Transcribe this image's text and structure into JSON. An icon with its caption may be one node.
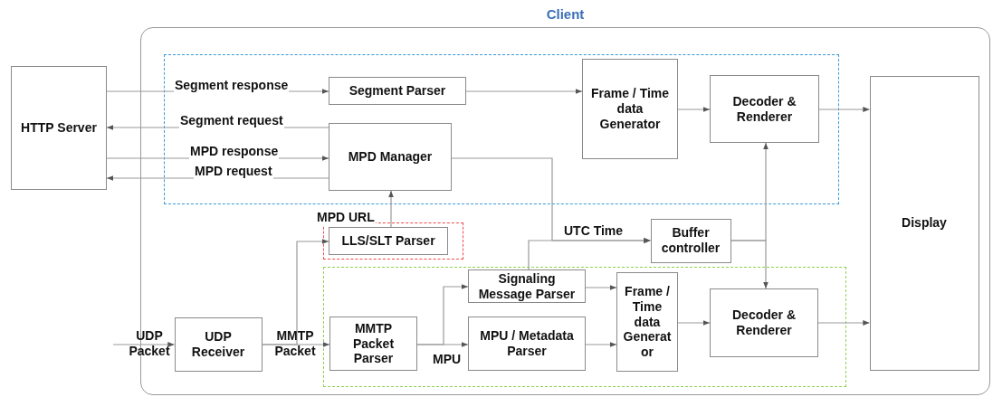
{
  "diagram": {
    "nodes": [
      {
        "text": [
          "Client"
        ]
      },
      {
        "text": [],
        "shape": "box",
        "in": 0
      },
      {
        "text": [],
        "shape": "box",
        "in": 0
      },
      {
        "text": [],
        "shape": "box",
        "in": 0
      },
      {
        "text": [
          "HTTP Server"
        ]
      },
      {
        "text": [
          "Segment Parser"
        ],
        "in": 1
      },
      {
        "text": [
          "MPD Manager"
        ],
        "in": 1
      },
      {
        "text": [
          "Frame / Time data Generator"
        ],
        "in": 1
      },
      {
        "text": [
          "Decoder & Renderer"
        ],
        "in": 1
      },
      {
        "text": [
          "Display"
        ],
        "in": 0
      },
      {
        "text": [
          "LLS/SLT Parser"
        ],
        "in": 2
      },
      {
        "text": [
          "Buffer controller"
        ],
        "in": 0
      },
      {
        "text": [
          "UDP Receiver"
        ],
        "in": 0
      },
      {
        "text": [
          "MMTP Packet Parser"
        ],
        "in": 3
      },
      {
        "text": [
          "Signaling Message Parser"
        ],
        "in": 3
      },
      {
        "text": [
          "MPU / Metadata Parser"
        ],
        "in": 3
      },
      {
        "text": [
          "Frame / Time data Generator"
        ],
        "in": 3
      },
      {
        "text": [
          "Decoder & Renderer"
        ],
        "in": 3
      }
    ],
    "edges": [
      {
        "from": 4,
        "to": 5,
        "arrow": "to",
        "label": "Segment response"
      },
      {
        "from": 6,
        "to": 4,
        "arrow": "to",
        "label": "Segment request"
      },
      {
        "from": 4,
        "to": 6,
        "arrow": "to",
        "label": "MPD response"
      },
      {
        "from": 6,
        "to": 4,
        "arrow": "to",
        "label": "MPD request"
      },
      {
        "from": 5,
        "to": 7,
        "arrow": "to"
      },
      {
        "from": 7,
        "to": 8,
        "arrow": "to"
      },
      {
        "from": 8,
        "to": 9,
        "arrow": "to"
      },
      {
        "from": 6,
        "to": 11,
        "arrow": "to",
        "label": "UTC Time"
      },
      {
        "from": 14,
        "to": 11,
        "arrow": "to"
      },
      {
        "from": 11,
        "to": 8,
        "arrow": "to"
      },
      {
        "from": 11,
        "to": 17,
        "arrow": "to"
      },
      {
        "from": 10,
        "to": 6,
        "arrow": "to",
        "label": "MPD URL"
      },
      {
        "from": null,
        "to": 12,
        "arrow": "to",
        "label": "UDP Packet"
      },
      {
        "from": 12,
        "to": 13,
        "arrow": "to",
        "label": "MMTP Packet"
      },
      {
        "from": 12,
        "to": 10,
        "arrow": "to"
      },
      {
        "from": 13,
        "to": 14,
        "arrow": "to"
      },
      {
        "from": 13,
        "to": 15,
        "arrow": "to",
        "label": "MPU"
      },
      {
        "from": 14,
        "to": 16,
        "arrow": "to"
      },
      {
        "from": 15,
        "to": 16,
        "arrow": "to"
      },
      {
        "from": 16,
        "to": 17,
        "arrow": "to"
      },
      {
        "from": 17,
        "to": 9,
        "arrow": "to"
      }
    ]
  }
}
